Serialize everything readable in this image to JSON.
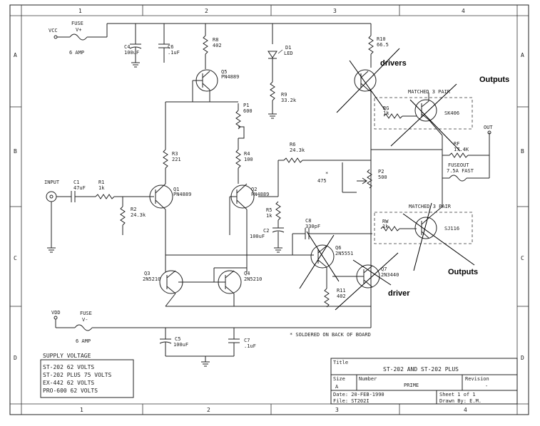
{
  "grid": {
    "columns": [
      "1",
      "2",
      "3",
      "4"
    ],
    "rows": [
      "A",
      "B",
      "C",
      "D"
    ]
  },
  "power": {
    "vcc": "VCC",
    "fuse_top": [
      "FUSE",
      "V+"
    ],
    "fuse_top_rating": "6 AMP",
    "vdd": "VDD",
    "fuse_bottom": [
      "FUSE",
      "V-"
    ],
    "fuse_bottom_rating": "6 AMP"
  },
  "components": {
    "c4": [
      "C4",
      "100uF"
    ],
    "c6": [
      "C6",
      ".1uF"
    ],
    "r8": [
      "R8",
      "402"
    ],
    "q5": [
      "Q5",
      "PN4889"
    ],
    "d1": [
      "D1",
      "LED"
    ],
    "r9": [
      "R9",
      "33.2k"
    ],
    "r10": [
      "R10",
      "66.5"
    ],
    "p1": [
      "P1",
      "600"
    ],
    "r3": [
      "R3",
      "221"
    ],
    "r4": [
      "R4",
      "100"
    ],
    "input": "INPUT",
    "c1": [
      "C1",
      "47uF"
    ],
    "r1": [
      "R1",
      "1k"
    ],
    "q1": [
      "Q1",
      "PN4889"
    ],
    "q2": [
      "Q2",
      "PN4889"
    ],
    "r2": [
      "R2",
      "24.3k"
    ],
    "r6": [
      "R6",
      "24.3k"
    ],
    "r5": [
      "R5",
      "1k"
    ],
    "c2": [
      "C2",
      "100uF"
    ],
    "q3": [
      "Q3",
      "2N5210"
    ],
    "q4": [
      "Q4",
      "2N5210"
    ],
    "c8": [
      "C8",
      "330pF"
    ],
    "q6": [
      "Q6",
      "2N5551"
    ],
    "q7": [
      "Q7",
      "2N3440"
    ],
    "r11": [
      "R11",
      "402"
    ],
    "p2": [
      "P2",
      "500"
    ],
    "p2_note": "475",
    "rg": [
      "RG",
      "1k"
    ],
    "rw": [
      "RW",
      "1k"
    ],
    "rf": [
      "RF",
      "17.4K"
    ],
    "out": "OUT",
    "fuse_out": [
      "FUSEOUT",
      "7.5A FAST"
    ],
    "c5": [
      "C5",
      "100uF"
    ],
    "c7": [
      "C7",
      ".1uF"
    ]
  },
  "output_stage": {
    "matched_top": "MATCHED 3 PAIR",
    "part_top": "SK406",
    "matched_bottom": "MATCHED 3 PAIR",
    "part_bottom": "SJ116"
  },
  "note": "* SOLDERED ON BACK OF BOARD",
  "annotations": {
    "drivers": "drivers",
    "outputs_top": "Outputs",
    "outputs_bottom": "Outputs",
    "driver": "driver"
  },
  "supply_box": {
    "title": "SUPPLY VOLTAGE",
    "lines": [
      "ST-202 62 VOLTS",
      "ST-202 PLUS 75 VOLTS",
      "EX-442 62 VOLTS",
      "PRO-600 62 VOLTS"
    ]
  },
  "title_block": {
    "title_label": "Title",
    "title": "ST-202 AND ST-202 PLUS",
    "size_label": "Size",
    "size": "A",
    "number_label": "Number",
    "number": "PRIME",
    "revision_label": "Revision",
    "revision": "-",
    "date": "Date: 20-FEB-1990",
    "file": "File: ST202I",
    "sheet": "Sheet 1 of 1",
    "drawn_by": "Drawn By: E.M."
  }
}
